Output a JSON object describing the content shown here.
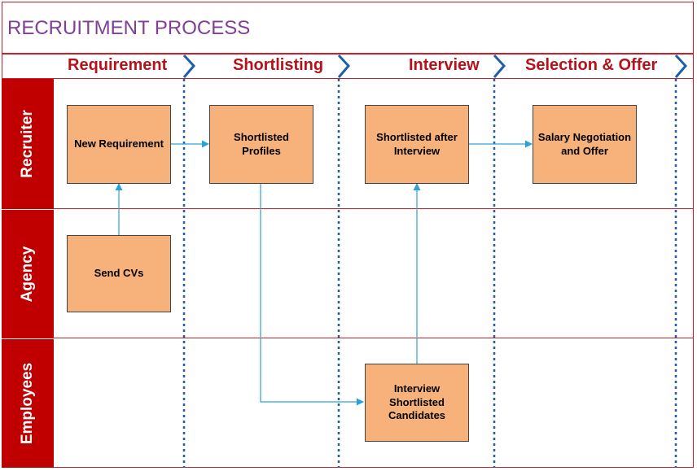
{
  "title": "RECRUITMENT PROCESS",
  "phases": [
    "Requirement",
    "Shortlisting",
    "Interview",
    "Selection & Offer"
  ],
  "lanes": [
    "Recruiter",
    "Agency",
    "Employees"
  ],
  "boxes": {
    "new_requirement": "New Requirement",
    "shortlisted_profiles": "Shortlisted Profiles",
    "shortlisted_after_interview": "Shortlisted after Interview",
    "salary_offer": "Salary Negotiation and Offer",
    "send_cvs": "Send CVs",
    "interview_candidates": "Interview Shortlisted Candidates"
  },
  "colors": {
    "lane_fill": "#c00000",
    "box_fill": "#f7b27c",
    "phase_text": "#b5121b",
    "title_text": "#7f3f98",
    "divider": "#1f5fa8",
    "connector": "#29a3d6"
  }
}
